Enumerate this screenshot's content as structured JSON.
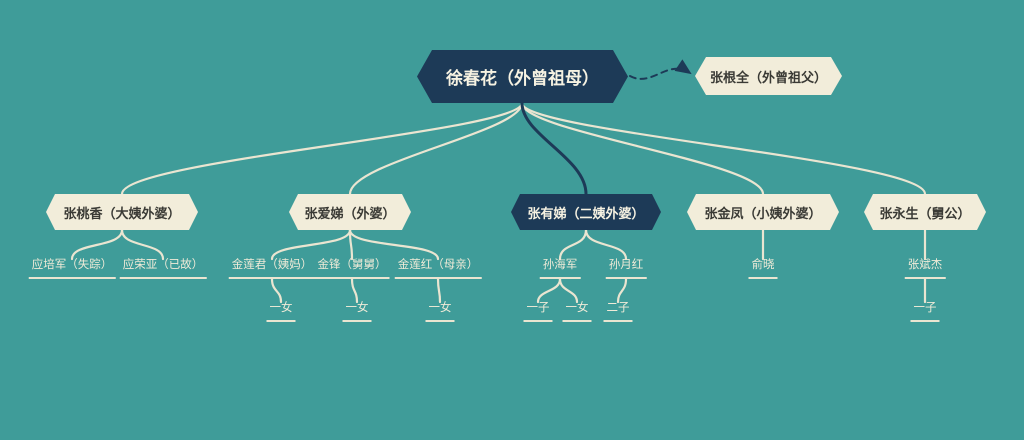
{
  "diagram_type": "family-tree-mindmap",
  "colors": {
    "background": "#3F9C99",
    "dark_node": "#1D3A57",
    "light_node": "#F2EDDA",
    "line_light": "#EAE5D1",
    "line_dark": "#1D3A57",
    "text_on_dark": "#F6F2E2",
    "text_on_light": "#3A3A35",
    "label_text": "#F0EBD8"
  },
  "tree": {
    "root": {
      "label": "徐春花（外曾祖母）"
    },
    "spouse": {
      "label": "张根全（外曾祖父）"
    },
    "branches": [
      {
        "label": "张桃香（大姨外婆）",
        "children": [
          {
            "label": "应培军（失踪）",
            "children": []
          },
          {
            "label": "应荣亚（已故）",
            "children": []
          }
        ]
      },
      {
        "label": "张爱娣（外婆）",
        "children": [
          {
            "label": "金莲君（姨妈）",
            "children": [
              {
                "label": "一女"
              }
            ]
          },
          {
            "label": "金锋（舅舅）",
            "children": [
              {
                "label": "一女"
              }
            ]
          },
          {
            "label": "金莲红（母亲）",
            "children": [
              {
                "label": "一女"
              }
            ]
          }
        ]
      },
      {
        "label": "张有娣（二姨外婆）",
        "children": [
          {
            "label": "孙海军",
            "children": [
              {
                "label": "一子"
              },
              {
                "label": "一女"
              }
            ]
          },
          {
            "label": "孙月红",
            "children": [
              {
                "label": "二子"
              }
            ]
          }
        ]
      },
      {
        "label": "张金凤（小姨外婆）",
        "children": [
          {
            "label": "俞晓",
            "children": []
          }
        ]
      },
      {
        "label": "张永生（舅公）",
        "children": [
          {
            "label": "张斌杰",
            "children": [
              {
                "label": "一子"
              }
            ]
          }
        ]
      }
    ]
  }
}
